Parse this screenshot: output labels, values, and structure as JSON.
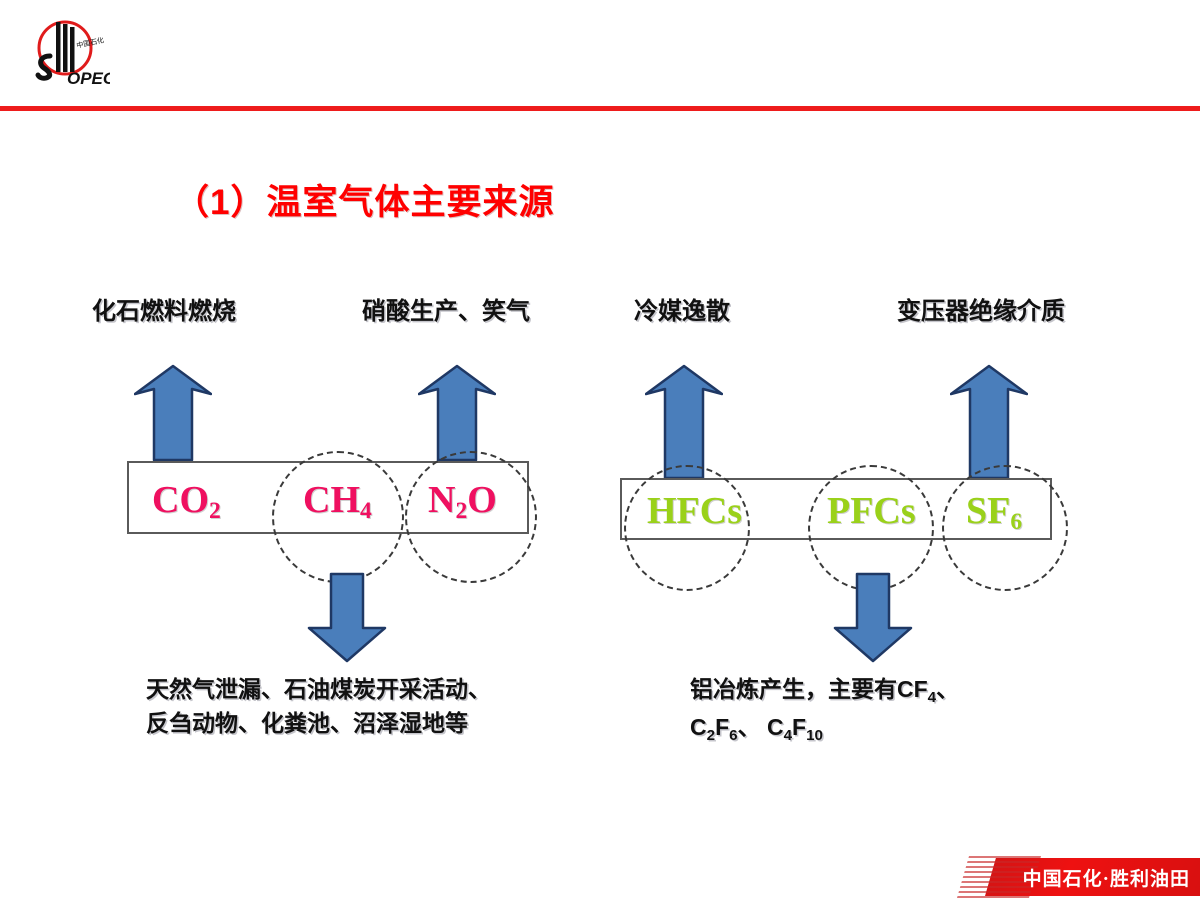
{
  "slide": {
    "title": "（1）温室气体主要来源",
    "title_color": "#ff0000",
    "background": "#ffffff",
    "header_rule_color": "#ee1c1c"
  },
  "logo": {
    "name": "sinopec-logo",
    "wordmark": "SINOPEC",
    "chinese": "中国石化",
    "ring_color": "#e01b1b"
  },
  "sources": {
    "top": [
      {
        "id": "fossil-fuel-combustion",
        "label": "化石燃料燃烧"
      },
      {
        "id": "nitric-acid-laughing-gas",
        "label": "硝酸生产、笑气"
      },
      {
        "id": "refrigerant-leakage",
        "label": "冷媒逸散"
      },
      {
        "id": "transformer-insulation",
        "label": "变压器绝缘介质"
      }
    ],
    "bottom": [
      {
        "id": "methane-sources",
        "lines": [
          "天然气泄漏、石油煤炭开采活动、",
          "反刍动物、化粪池、沼泽湿地等"
        ]
      },
      {
        "id": "pfc-sources",
        "line1_pre": "铝冶炼产生，主要有CF",
        "line1_sub": "4",
        "line1_post": "、",
        "line2_parts": [
          {
            "text": "C",
            "sub": "2"
          },
          {
            "text": "F",
            "sub": "6"
          },
          {
            "text": "、 C",
            "sub": "4"
          },
          {
            "text": "F",
            "sub": "10"
          }
        ]
      }
    ]
  },
  "gas_groups": [
    {
      "id": "group-left",
      "color": "#ef1060",
      "gases": [
        {
          "id": "co2",
          "main": "CO",
          "sub": "2",
          "circled": false
        },
        {
          "id": "ch4",
          "main": "CH",
          "sub": "4",
          "circled": true
        },
        {
          "id": "n2o",
          "main": "N",
          "sub": "2",
          "tail": "O",
          "circled": true
        }
      ]
    },
    {
      "id": "group-right",
      "color": "#9ad11a",
      "gases": [
        {
          "id": "hfcs",
          "main": "HFCs",
          "sub": "",
          "circled": true
        },
        {
          "id": "pfcs",
          "main": "PFCs",
          "sub": "",
          "circled": true
        },
        {
          "id": "sf6",
          "main": "SF",
          "sub": "6",
          "circled": true
        }
      ]
    }
  ],
  "arrows": {
    "fill_color": "#4a7ebb",
    "stroke_color": "#1f3864",
    "up": [
      {
        "id": "arrow-up-co2",
        "points_to": "化石燃料燃烧"
      },
      {
        "id": "arrow-up-n2o",
        "points_to": "硝酸生产、笑气"
      },
      {
        "id": "arrow-up-hfcs",
        "points_to": "冷媒逸散"
      },
      {
        "id": "arrow-up-sf6",
        "points_to": "变压器绝缘介质"
      }
    ],
    "down": [
      {
        "id": "arrow-down-ch4",
        "points_to": "天然气泄漏等"
      },
      {
        "id": "arrow-down-pfcs",
        "points_to": "铝冶炼产生等"
      }
    ]
  },
  "footer": {
    "banner_text": "中国石化·胜利油田",
    "banner_color": "#ee1111"
  }
}
